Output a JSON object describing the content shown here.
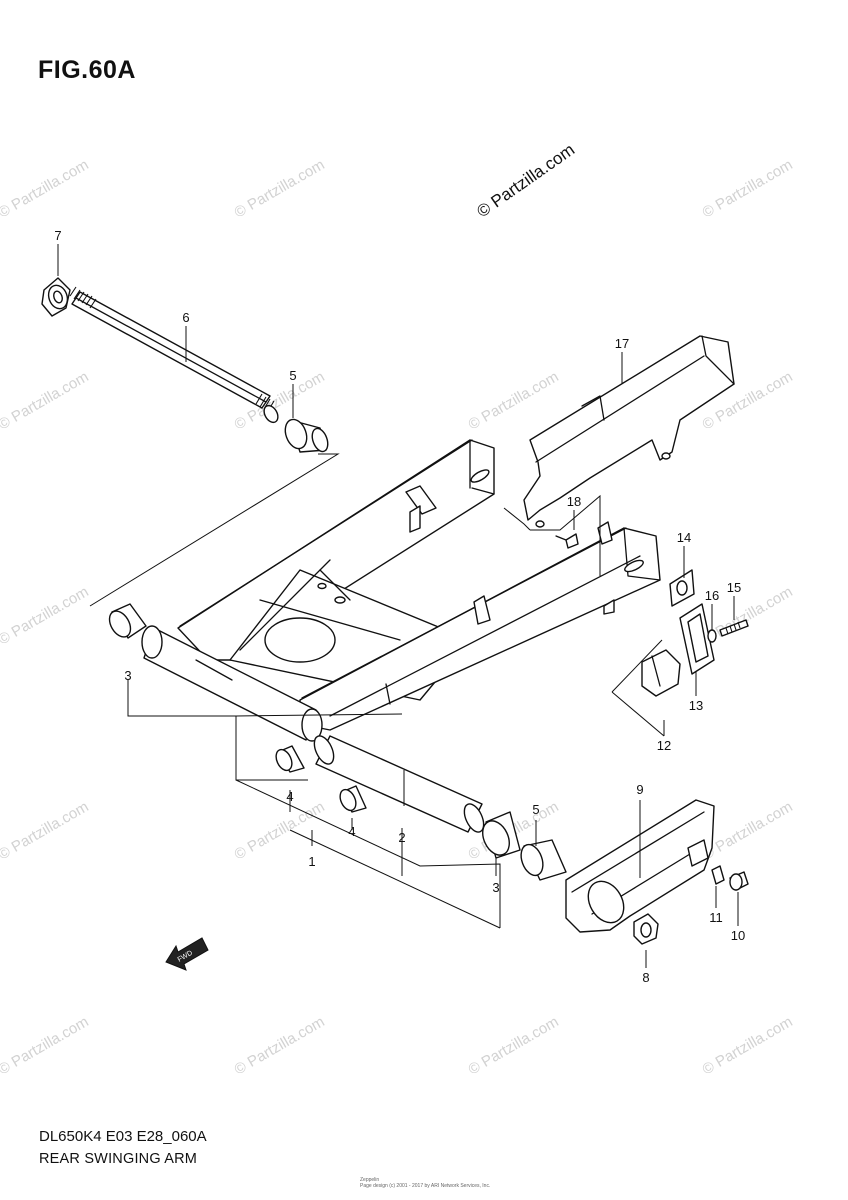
{
  "figure": {
    "title": "FIG.60A",
    "model_code": "DL650K4 E03 E28_060A",
    "section_name": "REAR SWINGING ARM",
    "credit_line1": "Zeppelin",
    "credit_line2": "Page design (c) 2001 - 2017 by ARI Network Services, Inc."
  },
  "watermark": {
    "main": "© Partzilla.com",
    "tile": "© Partzilla.com"
  },
  "callouts": [
    {
      "number": "1"
    },
    {
      "number": "2"
    },
    {
      "number": "3"
    },
    {
      "number": "3"
    },
    {
      "number": "4"
    },
    {
      "number": "4"
    },
    {
      "number": "5"
    },
    {
      "number": "5"
    },
    {
      "number": "6"
    },
    {
      "number": "7"
    },
    {
      "number": "8"
    },
    {
      "number": "9"
    },
    {
      "number": "10"
    },
    {
      "number": "11"
    },
    {
      "number": "12"
    },
    {
      "number": "13"
    },
    {
      "number": "14"
    },
    {
      "number": "15"
    },
    {
      "number": "16"
    },
    {
      "number": "17"
    },
    {
      "number": "18"
    }
  ],
  "fwd_label": "FWD"
}
